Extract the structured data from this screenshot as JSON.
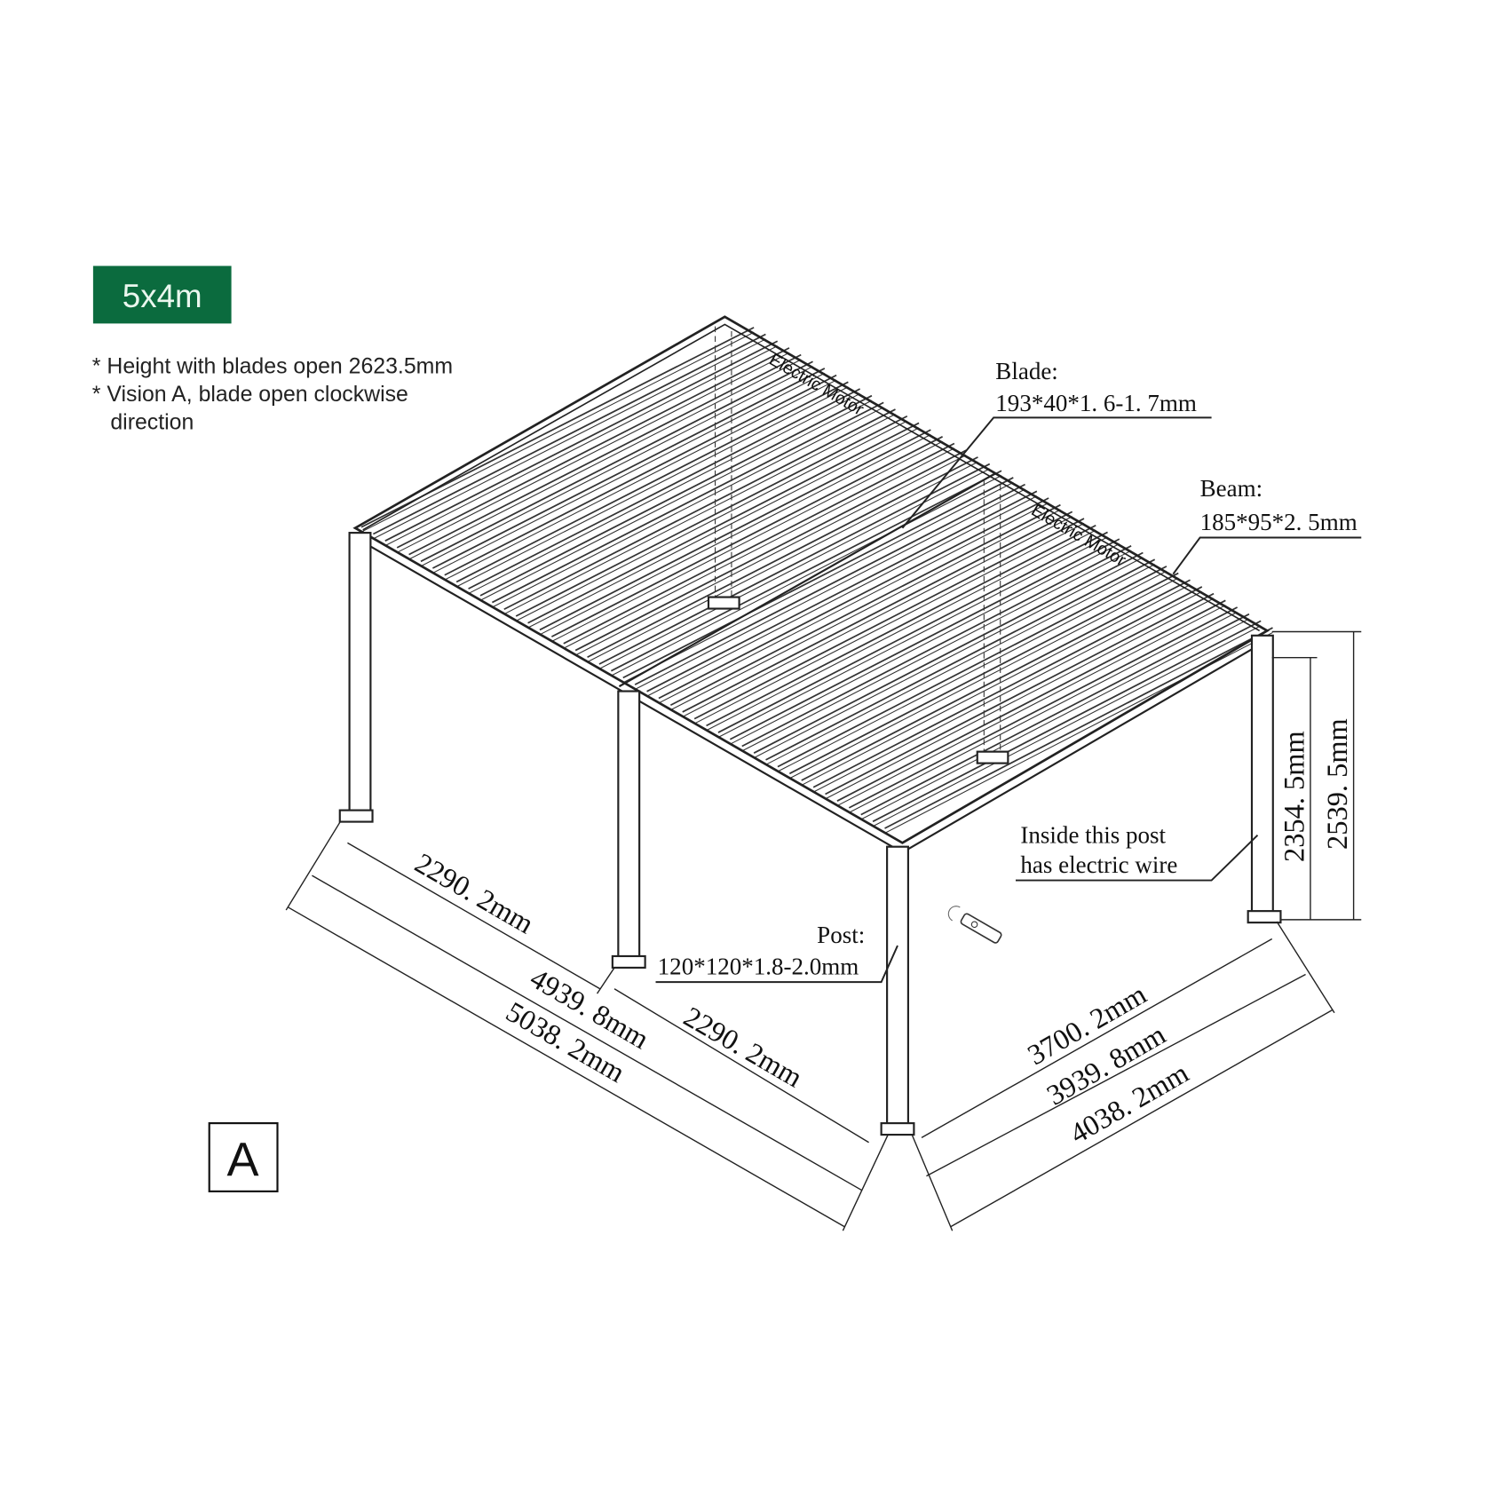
{
  "badge": {
    "label": "5x4m",
    "color": "#0b6b3e"
  },
  "notes": [
    "* Height with blades open 2623.5mm",
    "* Vision A, blade open clockwise",
    "direction"
  ],
  "view_label": "A",
  "callouts": {
    "blade": {
      "title": "Blade:",
      "spec": "193*40*1. 6-1. 7mm"
    },
    "beam": {
      "title": "Beam:",
      "spec": "185*95*2. 5mm"
    },
    "post": {
      "title": "Post:",
      "spec": "120*120*1.8-2.0mm"
    },
    "wire": {
      "line1": "Inside this post",
      "line2": "has electric wire"
    },
    "motor": "Electric Motor"
  },
  "dimensions": {
    "left_span_1": "2290. 2mm",
    "left_span_2": "2290. 2mm",
    "length_inner": "4939. 8mm",
    "length_outer": "5038. 2mm",
    "width_inner": "3700. 2mm",
    "width_mid": "3939. 8mm",
    "width_outer": "4038. 2mm",
    "height_clear": "2354. 5mm",
    "height_total": "2539. 5mm"
  },
  "icons": [
    "remote-control-icon"
  ]
}
